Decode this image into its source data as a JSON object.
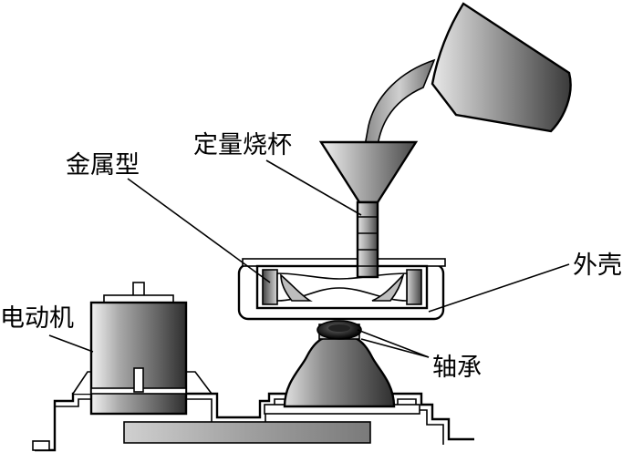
{
  "diagram": {
    "labels": {
      "beaker": "定量烧杯",
      "mold": "金属型",
      "shell": "外壳",
      "motor": "电动机",
      "bearing": "轴承"
    }
  }
}
